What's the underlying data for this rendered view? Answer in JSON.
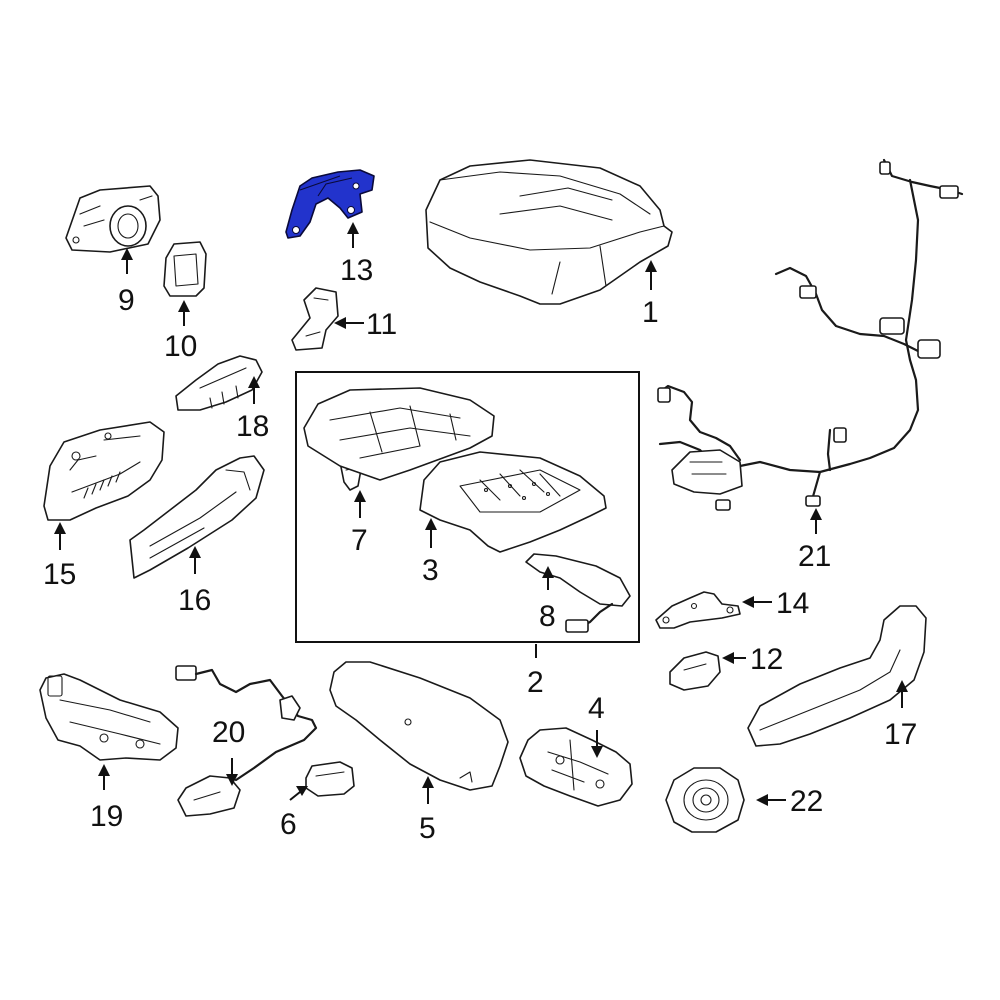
{
  "diagram": {
    "highlight_color": "#2233cc",
    "line_color": "#1a1a1a",
    "background": "#ffffff",
    "callouts": {
      "c1": "1",
      "c2": "2",
      "c3": "3",
      "c4": "4",
      "c5": "5",
      "c6": "6",
      "c7": "7",
      "c8": "8",
      "c9": "9",
      "c10": "10",
      "c11": "11",
      "c12": "12",
      "c13": "13",
      "c14": "14",
      "c15": "15",
      "c16": "16",
      "c17": "17",
      "c18": "18",
      "c19": "19",
      "c20": "20",
      "c21": "21",
      "c22": "22"
    },
    "highlighted_part": "13"
  }
}
